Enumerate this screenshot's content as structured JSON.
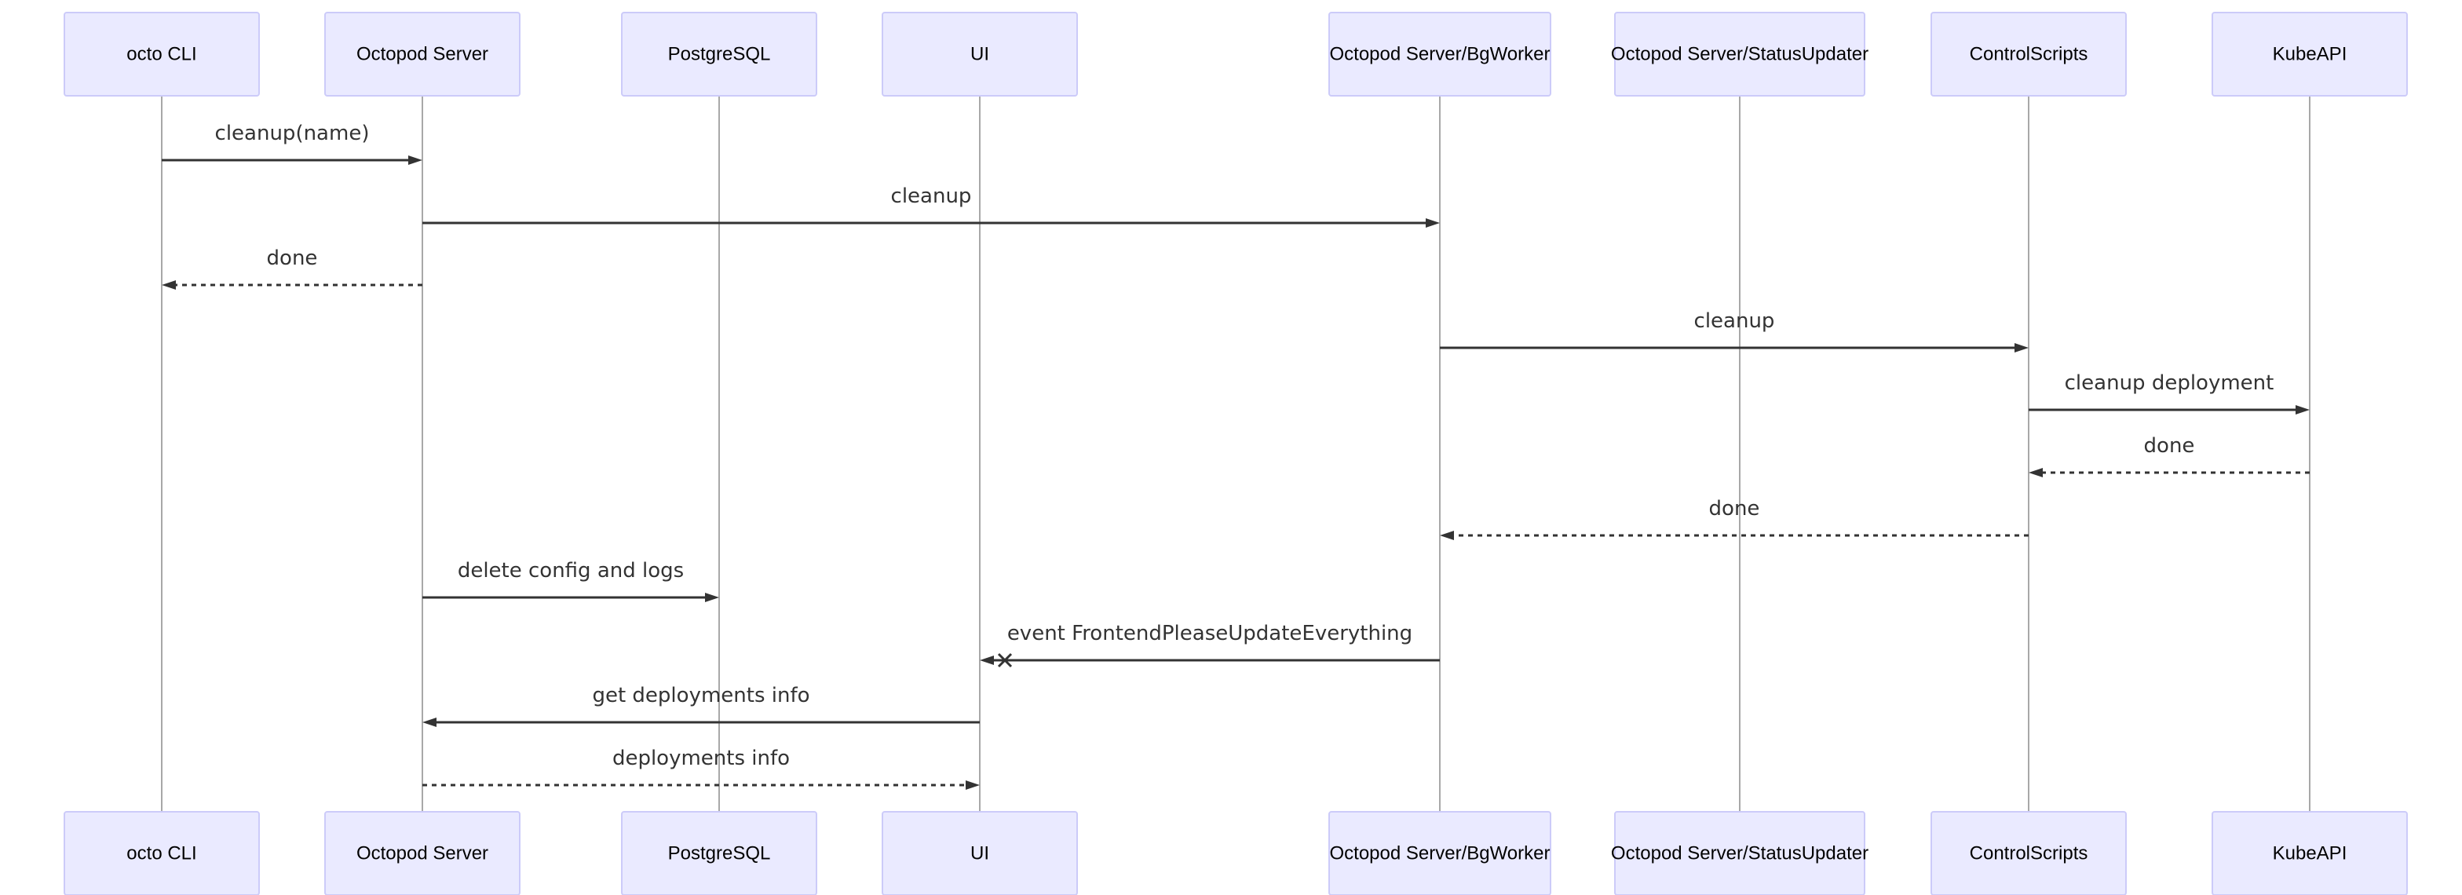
{
  "participants": [
    {
      "id": "octo_cli",
      "label": "octo CLI"
    },
    {
      "id": "server",
      "label": "Octopod Server"
    },
    {
      "id": "postgres",
      "label": "PostgreSQL"
    },
    {
      "id": "ui",
      "label": "UI"
    },
    {
      "id": "bgworker",
      "label": "Octopod Server/BgWorker"
    },
    {
      "id": "status_updater",
      "label": "Octopod Server/StatusUpdater"
    },
    {
      "id": "control_scripts",
      "label": "ControlScripts"
    },
    {
      "id": "kubeapi",
      "label": "KubeAPI"
    }
  ],
  "messages": [
    {
      "from": "octo_cli",
      "to": "server",
      "label": "cleanup(name)",
      "style": "solid",
      "end": "arrow"
    },
    {
      "from": "server",
      "to": "bgworker",
      "label": "cleanup",
      "style": "solid",
      "end": "arrow"
    },
    {
      "from": "server",
      "to": "octo_cli",
      "label": "done",
      "style": "dashed",
      "end": "arrow"
    },
    {
      "from": "bgworker",
      "to": "control_scripts",
      "label": "cleanup",
      "style": "solid",
      "end": "arrow"
    },
    {
      "from": "control_scripts",
      "to": "kubeapi",
      "label": "cleanup deployment",
      "style": "solid",
      "end": "arrow"
    },
    {
      "from": "kubeapi",
      "to": "control_scripts",
      "label": "done",
      "style": "dashed",
      "end": "arrow"
    },
    {
      "from": "control_scripts",
      "to": "bgworker",
      "label": "done",
      "style": "dashed",
      "end": "arrow"
    },
    {
      "from": "server",
      "to": "postgres",
      "label": "delete config and logs",
      "style": "solid",
      "end": "arrow"
    },
    {
      "from": "bgworker",
      "to": "ui",
      "label": "event FrontendPleaseUpdateEverything",
      "style": "solid",
      "end": "cross"
    },
    {
      "from": "ui",
      "to": "server",
      "label": "get deployments info",
      "style": "solid",
      "end": "arrow"
    },
    {
      "from": "server",
      "to": "ui",
      "label": "deployments info",
      "style": "dashed",
      "end": "arrow"
    }
  ]
}
